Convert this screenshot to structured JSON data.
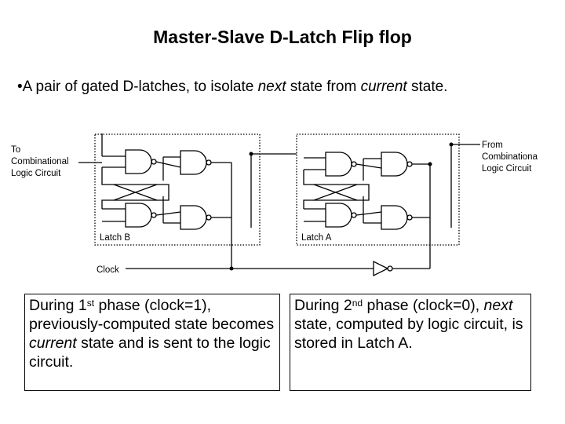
{
  "slide": {
    "title": "Master-Slave D-Latch Flip flop",
    "bullet": {
      "marker": "•",
      "text_1": "A pair of gated D-latches, to isolate ",
      "em_1": "next",
      "text_2": " state from ",
      "em_2": "current",
      "text_3": " state."
    }
  },
  "diagram": {
    "left_label": [
      "To",
      "Combinational",
      "Logic Circuit"
    ],
    "right_label": [
      "From",
      "Combinationa",
      "Logic Circuit"
    ],
    "latch_b_label": "Latch B",
    "latch_a_label": "Latch A",
    "clock_label": "Clock"
  },
  "notes": {
    "left": {
      "p1": "During 1",
      "sup": "st",
      "p2": " phase (clock=1), previously-computed state becomes ",
      "em": "current",
      "p3": " state and is sent to the logic circuit."
    },
    "right": {
      "p1": "During 2",
      "sup": "nd",
      "p2": " phase (clock=0), ",
      "em": "next",
      "p3": " state, computed by logic circuit, is stored in Latch A."
    }
  }
}
